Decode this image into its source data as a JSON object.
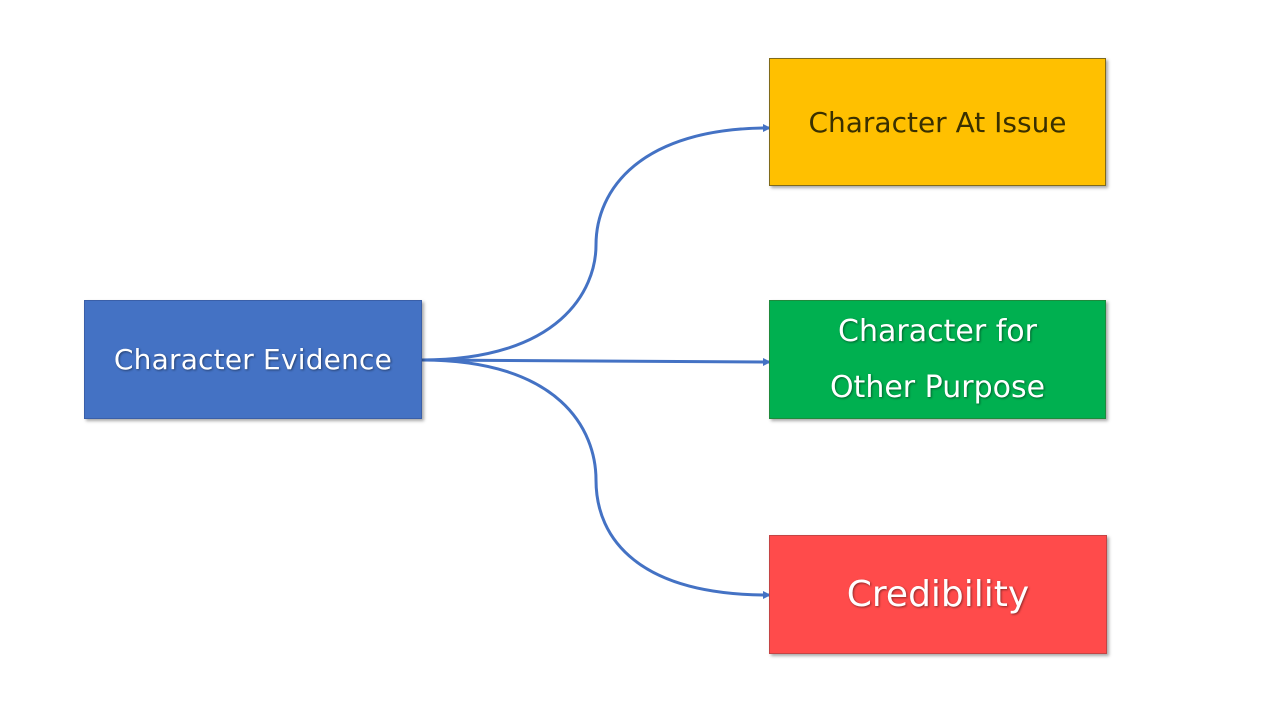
{
  "diagram": {
    "source": {
      "label": "Character Evidence",
      "color": "#4472c4",
      "text_color": "#ffffff"
    },
    "targets": [
      {
        "label": "Character At Issue",
        "color": "#ffc000",
        "text_color": "#3a3000"
      },
      {
        "label_lines": [
          "Character for",
          "Other Purpose"
        ],
        "color": "#00b050",
        "text_color": "#ffffff"
      },
      {
        "label": "Credibility",
        "color": "#ff4b4b",
        "text_color": "#ffffff"
      }
    ],
    "connector_color": "#4472c4"
  }
}
